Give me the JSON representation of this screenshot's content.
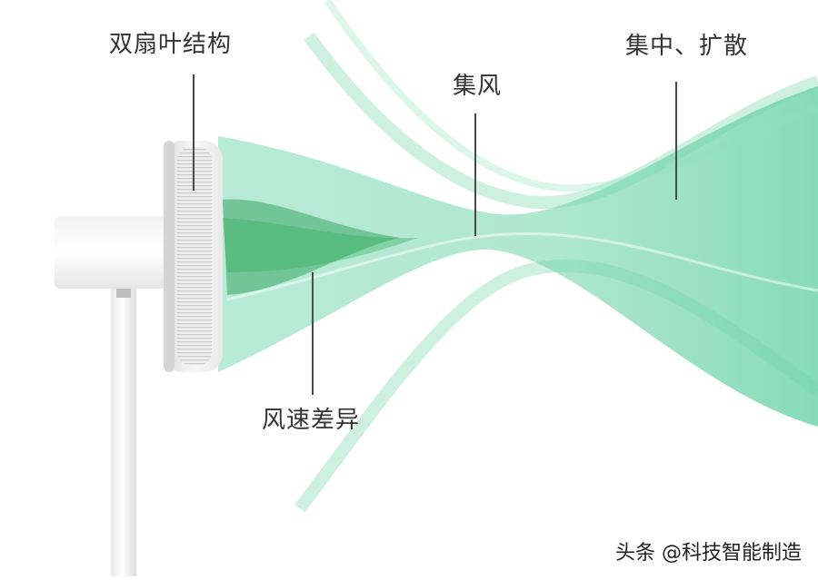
{
  "labels": {
    "dual_blade": "双扇叶结构",
    "concentrated_wind": "集风",
    "concentrate_diffuse": "集中、扩散",
    "speed_difference": "风速差异"
  },
  "watermark": "头条 @科技智能制造",
  "colors": {
    "airflow": "#5fcfa2",
    "airflow_dark": "#1f9a4a",
    "fan_body": "#f2f2f2",
    "fan_shadow": "#d9d9d9",
    "leader_line": "#4a4a4a",
    "label_text": "#333333"
  }
}
